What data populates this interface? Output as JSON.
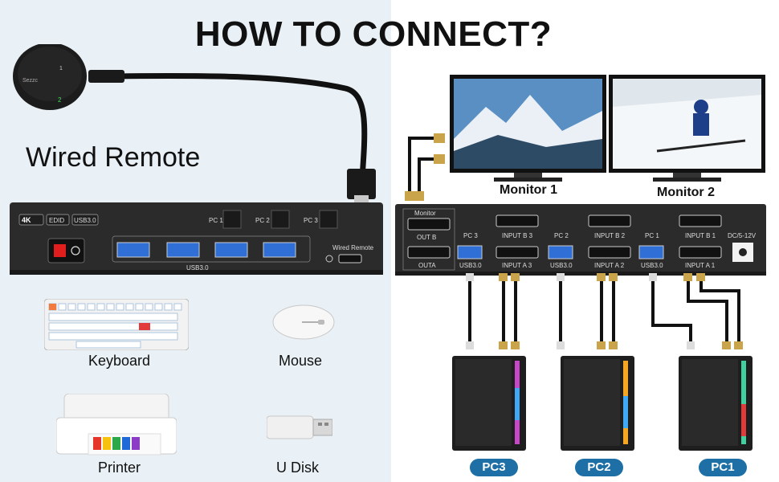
{
  "title": "HOW TO CONNECT?",
  "remote": {
    "label": "Wired Remote",
    "button_1": "1",
    "button_2": "2",
    "brand": "Sezzc"
  },
  "front_panel": {
    "badge_4k": "4K",
    "badge_edid": "EDID",
    "badge_usb": "USB3.0",
    "pc_buttons": [
      "PC 1",
      "PC 2",
      "PC 3"
    ],
    "usb_label": "USB3.0",
    "remote_port_label": "Wired Remote"
  },
  "back_panel": {
    "monitor_label": "Monitor",
    "out_b": "OUT B",
    "out_a": "OUTA",
    "groups": [
      {
        "pc": "PC 3",
        "usb": "USB3.0",
        "input_b": "INPUT B 3",
        "input_a": "INPUT A 3"
      },
      {
        "pc": "PC 2",
        "usb": "USB3.0",
        "input_b": "INPUT B 2",
        "input_a": "INPUT A 2"
      },
      {
        "pc": "PC 1",
        "usb": "USB3.0",
        "input_b": "INPUT B 1",
        "input_a": "INPUT A 1"
      }
    ],
    "power_label": "DC/5-12V"
  },
  "monitors": [
    "Monitor 1",
    "Monitor 2"
  ],
  "peripherals": [
    "Keyboard",
    "Mouse",
    "Printer",
    "U Disk"
  ],
  "pcs": [
    "PC3",
    "PC2",
    "PC1"
  ],
  "colors": {
    "pc_pill": "#1d6fa5",
    "usb_blue": "#2f6fd6",
    "panel": "#2b2b2b",
    "left_bg": "#e9f1f6"
  }
}
